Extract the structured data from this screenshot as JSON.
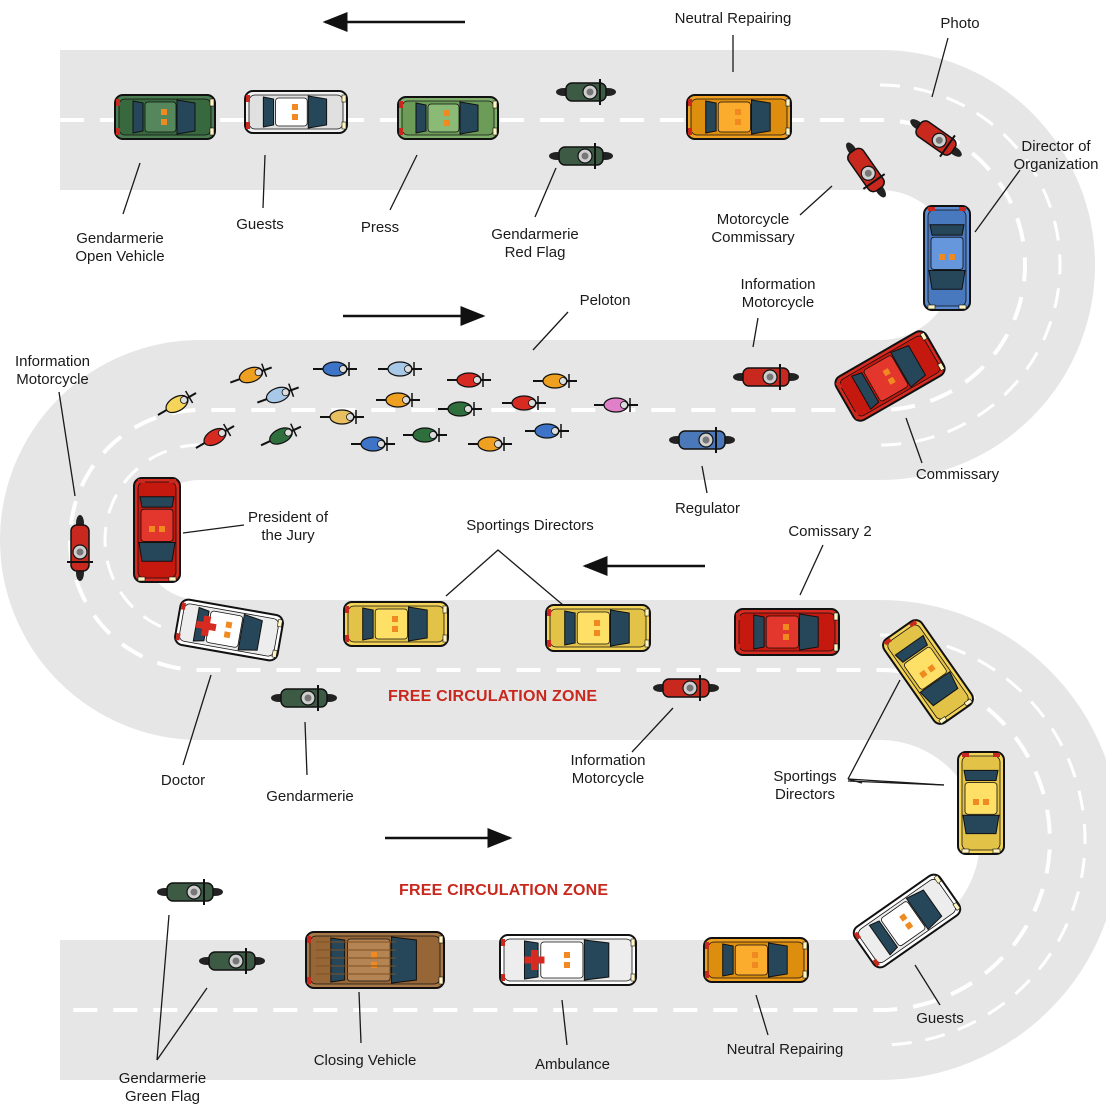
{
  "diagram": {
    "colors": {
      "road": "#e6e6e7",
      "lane_dash": "#ffffff",
      "zone_text": "#c8281e",
      "ink": "#1a1a1a",
      "window": "#26465a",
      "rider_jersey_palette": [
        "#f5d45a",
        "#f0a020",
        "#d72a20",
        "#2f6f3e",
        "#3e74c8",
        "#e080c8",
        "#a8c8e8",
        "#e8c060"
      ]
    },
    "zones": [
      "FREE CIRCULATION ZONE",
      "FREE CIRCULATION ZONE"
    ],
    "labels": {
      "neutral_repairing_top": "Neutral Repairing",
      "photo": "Photo",
      "director_of_organization": "Director of\nOrganization",
      "gendarmerie_open_vehicle": "Gendarmerie\nOpen Vehicle",
      "guests_top": "Guests",
      "press": "Press",
      "gendarmerie_red_flag": "Gendarmerie\nRed Flag",
      "motorcycle_commissary": "Motorcycle\nCommissary",
      "peloton": "Peloton",
      "information_motorcycle_mid": "Information\nMotorcycle",
      "information_motorcycle_left": "Information\nMotorcycle",
      "commissary": "Commissary",
      "regulator": "Regulator",
      "president_of_the_jury": "President of\nthe Jury",
      "sportings_directors_mid": "Sportings Directors",
      "comissary_2": "Comissary 2",
      "doctor": "Doctor",
      "gendarmerie": "Gendarmerie",
      "information_motorcycle_low": "Information\nMotorcycle",
      "sportings_directors_right": "Sportings\nDirectors",
      "guests_bottom": "Guests",
      "gendarmerie_green_flag": "Gendarmerie\nGreen Flag",
      "closing_vehicle": "Closing Vehicle",
      "ambulance": "Ambulance",
      "neutral_repairing_bottom": "Neutral Repairing"
    },
    "vehicles": [
      {
        "kind": "car",
        "name": "gendarmerie-open-vehicle",
        "color": "#4a7a50"
      },
      {
        "kind": "car",
        "name": "guests-car-top",
        "color": "#f2f2f2"
      },
      {
        "kind": "car",
        "name": "press-car",
        "color": "#7fae6a"
      },
      {
        "kind": "moto",
        "name": "gendarmerie-moto-top",
        "color": "#3c5a44"
      },
      {
        "kind": "moto",
        "name": "gendarmerie-red-flag-moto",
        "color": "#3c5a44"
      },
      {
        "kind": "car",
        "name": "neutral-repairing-car-top",
        "color": "#f0a020"
      },
      {
        "kind": "moto",
        "name": "photo-moto",
        "color": "#c8281e"
      },
      {
        "kind": "moto",
        "name": "motorcycle-commissary-moto",
        "color": "#c8281e"
      },
      {
        "kind": "car",
        "name": "director-of-organization-car",
        "color": "#5a8ad0"
      },
      {
        "kind": "moto",
        "name": "information-moto-mid",
        "color": "#c8281e"
      },
      {
        "kind": "car",
        "name": "commissary-car",
        "color": "#d72a20"
      },
      {
        "kind": "moto",
        "name": "regulator-moto",
        "color": "#4a78b8"
      },
      {
        "kind": "moto",
        "name": "information-moto-left",
        "color": "#c8281e"
      },
      {
        "kind": "car",
        "name": "president-of-jury-car",
        "color": "#d72a20"
      },
      {
        "kind": "car",
        "name": "doctor-car",
        "color": "#ffffff"
      },
      {
        "kind": "moto",
        "name": "gendarmerie-moto-mid",
        "color": "#3c5a44"
      },
      {
        "kind": "car",
        "name": "sporting-director-car-1",
        "color": "#f5d45a"
      },
      {
        "kind": "car",
        "name": "sporting-director-car-2",
        "color": "#f5d45a"
      },
      {
        "kind": "car",
        "name": "comissary-2-car",
        "color": "#d72a20"
      },
      {
        "kind": "moto",
        "name": "information-moto-low",
        "color": "#c8281e"
      },
      {
        "kind": "car",
        "name": "sporting-director-car-3",
        "color": "#f5d45a"
      },
      {
        "kind": "car",
        "name": "sporting-director-car-4",
        "color": "#f5d45a"
      },
      {
        "kind": "car",
        "name": "guests-car-bottom",
        "color": "#ffffff"
      },
      {
        "kind": "car",
        "name": "neutral-repairing-car-bottom",
        "color": "#f0a020"
      },
      {
        "kind": "car",
        "name": "ambulance-van",
        "color": "#ffffff"
      },
      {
        "kind": "car",
        "name": "closing-vehicle-van",
        "color": "#a87848"
      },
      {
        "kind": "moto",
        "name": "gendarmerie-green-flag-moto-1",
        "color": "#3c5a44"
      },
      {
        "kind": "moto",
        "name": "gendarmerie-green-flag-moto-2",
        "color": "#3c5a44"
      }
    ],
    "directions": [
      "left",
      "right",
      "left",
      "right"
    ]
  }
}
